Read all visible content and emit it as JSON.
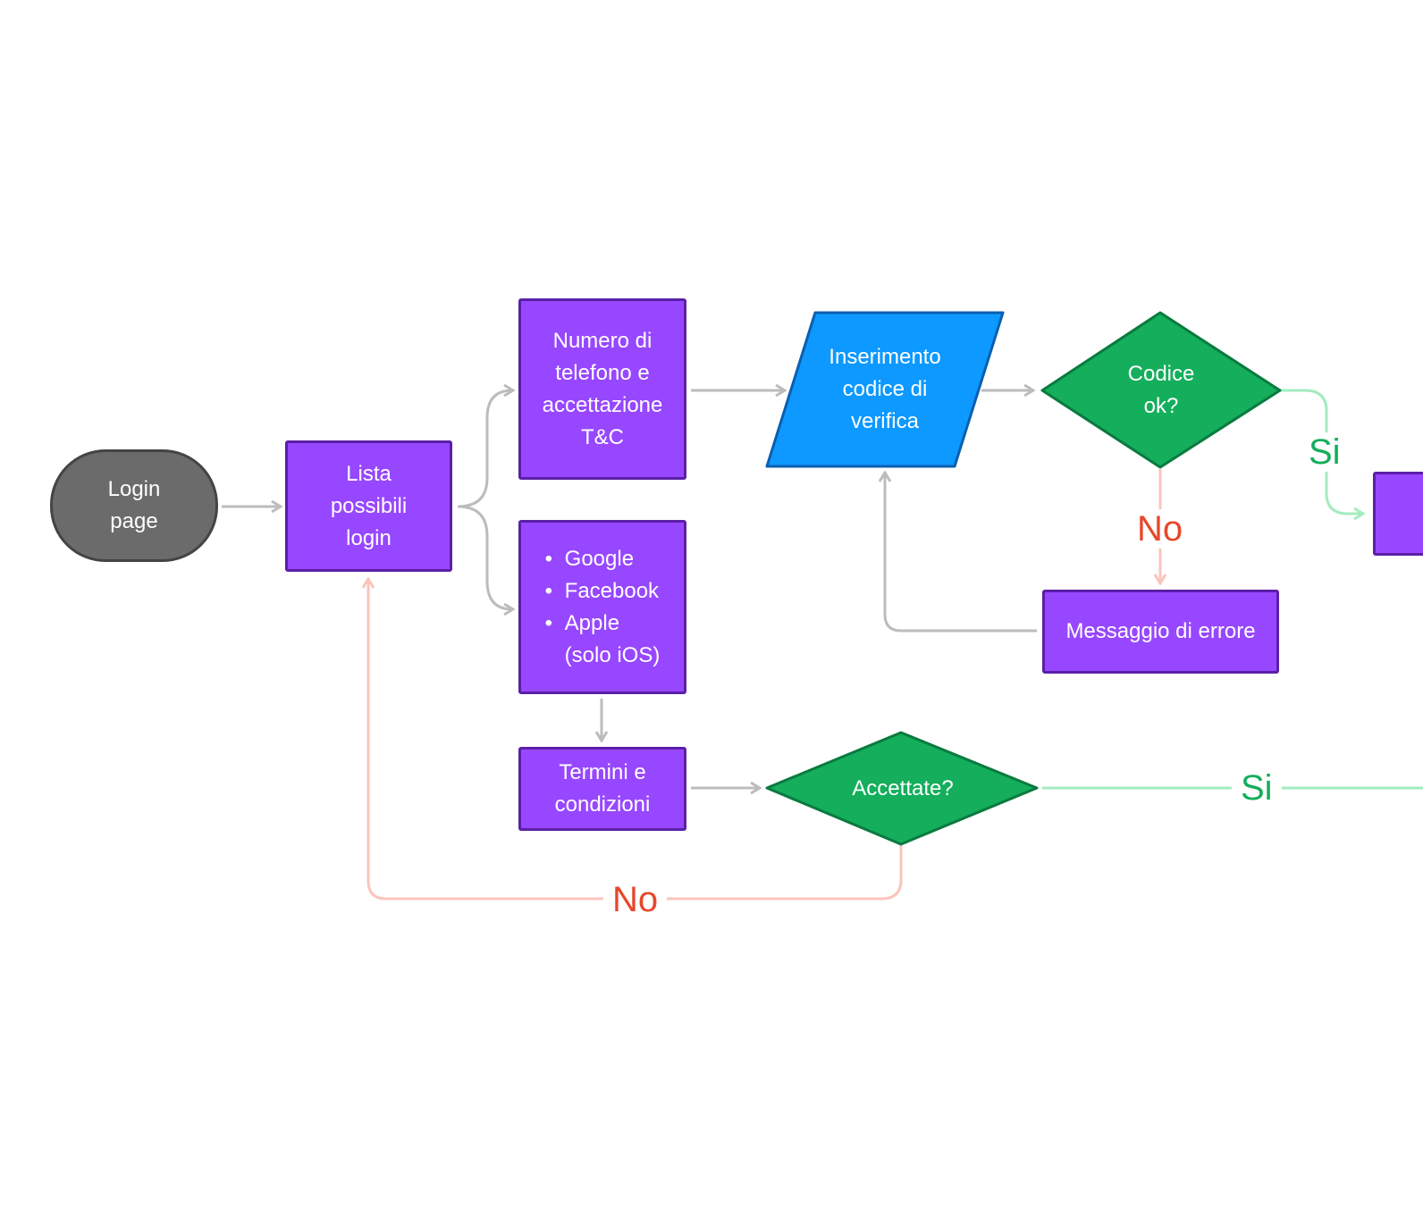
{
  "colors": {
    "process": "#9747ff",
    "process_border": "#5b1fa8",
    "terminal": "#6b6b6b",
    "io": "#0d99ff",
    "io_border": "#0a5fb0",
    "decision": "#14ae5c",
    "decision_border": "#0a7a3f",
    "edge_default": "#bcbcbc",
    "edge_yes": "#a3ecc0",
    "edge_no": "#fbc4bc",
    "label_yes": "#14ae5c",
    "label_no": "#e8472b"
  },
  "nodes": {
    "login_page": "Login\npage",
    "lista": "Lista\npossibili\nlogin",
    "numero": "Numero di\ntelefono e\naccettazione\nT&C",
    "social": [
      "Google",
      "Facebook",
      "Apple",
      "(solo iOS)"
    ],
    "inserimento": "Inserimento\ncodice di\nverifica",
    "codice_ok": "Codice\nok?",
    "messaggio": "Messaggio di errore",
    "termini": "Termini e\ncondizioni",
    "accettate": "Accettate?"
  },
  "edge_labels": {
    "si_top": "Si",
    "no_codice": "No",
    "si_bottom": "Si",
    "no_bottom": "No"
  }
}
